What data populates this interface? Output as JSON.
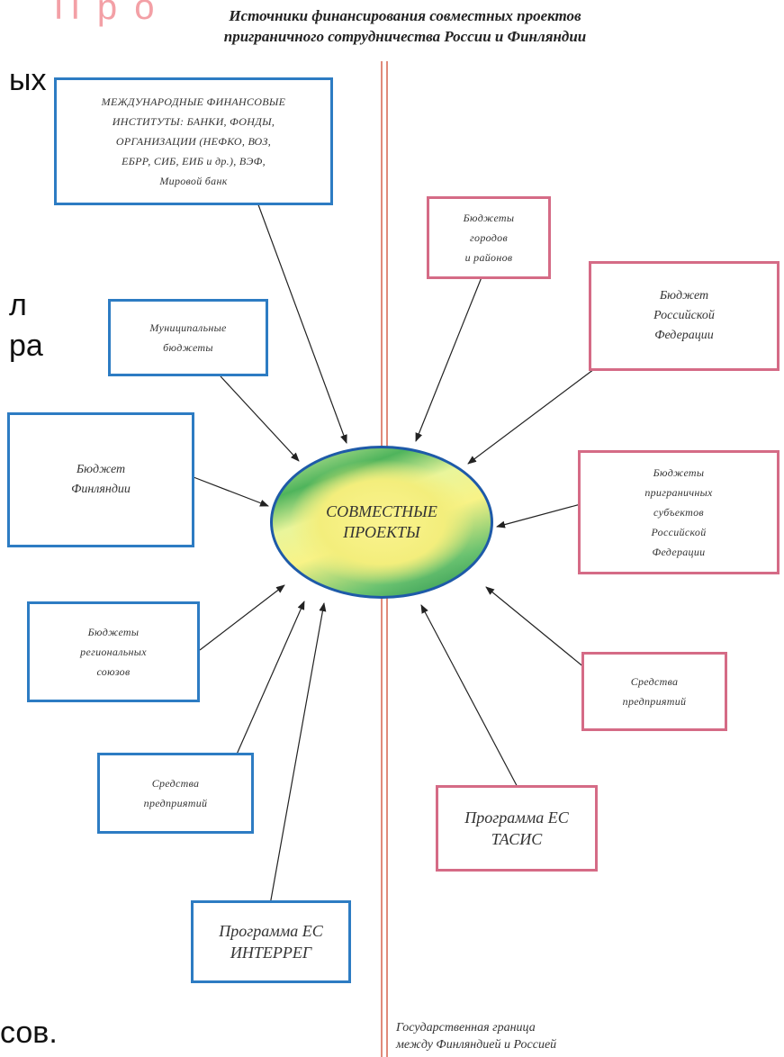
{
  "title": "Источники финансирования совместных проектов\nприграничного сотрудничества России и Финляндии",
  "slide_fragments": {
    "top_red": "П р о",
    "left_1": "ых",
    "left_2": "л",
    "left_3": "ра",
    "bottom": "сов."
  },
  "center": {
    "label": "СОВМЕСТНЫЕ\nПРОЕКТЫ"
  },
  "finland_sources": [
    {
      "id": "intl",
      "label": "МЕЖДУНАРОДНЫЕ ФИНАНСОВЫЕ\nИНСТИТУТЫ: БАНКИ, ФОНДЫ,\nОРГАНИЗАЦИИ (НЕФКО, ВОЗ,\nЕБРР, СИБ, ЕИБ и др.), ВЭФ,\nМировой банк"
    },
    {
      "id": "municipal",
      "label": "Муниципальные\nбюджеты"
    },
    {
      "id": "fin-budget",
      "label": "Бюджет\nФинляндии"
    },
    {
      "id": "regional",
      "label": "Бюджеты\nрегиональных\nсоюзов"
    },
    {
      "id": "fin-enterprise",
      "label": "Средства\nпредприятий"
    },
    {
      "id": "interreg",
      "label": "Программа ЕС\nИНТЕРРЕГ"
    }
  ],
  "russia_sources": [
    {
      "id": "cities",
      "label": "Бюджеты\nгородов\nи районов"
    },
    {
      "id": "rf-budget",
      "label": "Бюджет\nРоссийской\nФедерации"
    },
    {
      "id": "border-subjects",
      "label": "Бюджеты\nприграничных\nсубъектов\nРоссийской\nФедерации"
    },
    {
      "id": "ru-enterprise",
      "label": "Средства\nпредприятий"
    },
    {
      "id": "tacis",
      "label": "Программа ЕС\nТАСИС"
    }
  ],
  "border_caption": "Государственная граница\nмежду Финляндией и Россией",
  "colors": {
    "finland_border": "#2d7cc3",
    "russia_border": "#d56b86",
    "state_border_line": "#e08a7a"
  }
}
